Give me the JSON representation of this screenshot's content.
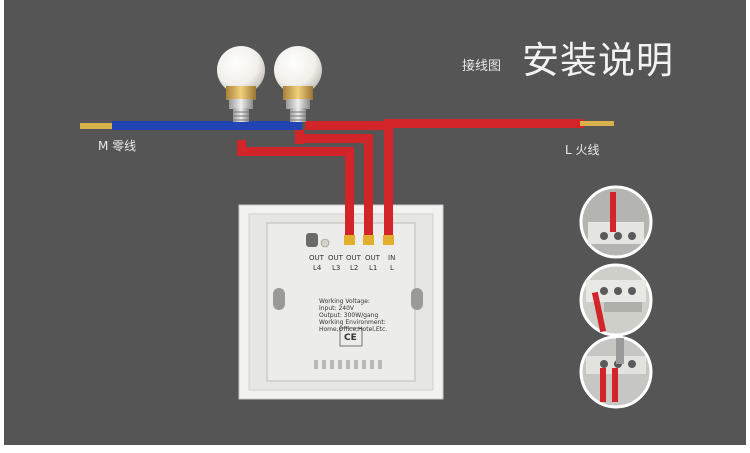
{
  "header": {
    "subtitle": "接线图",
    "title": "安装说明"
  },
  "wires": {
    "neutral_label": "M 零线",
    "live_label": "L 火线"
  },
  "switch_back": {
    "terminals_top": [
      "OUT",
      "OUT",
      "OUT",
      "OUT",
      "IN"
    ],
    "terminals_bottom": [
      "L4",
      "L3",
      "L2",
      "L1",
      "L"
    ],
    "spec_lines": [
      "Working Voltage:",
      "Input: 240V",
      "Output: 300W/gang",
      "Working Environment:",
      "Home,Office,Hotel,Etc."
    ],
    "mark": "CE"
  },
  "colors": {
    "background": "#555555",
    "neutral_wire": "#2243b4",
    "live_wire": "#d3242a",
    "copper": "#d9b14a"
  }
}
